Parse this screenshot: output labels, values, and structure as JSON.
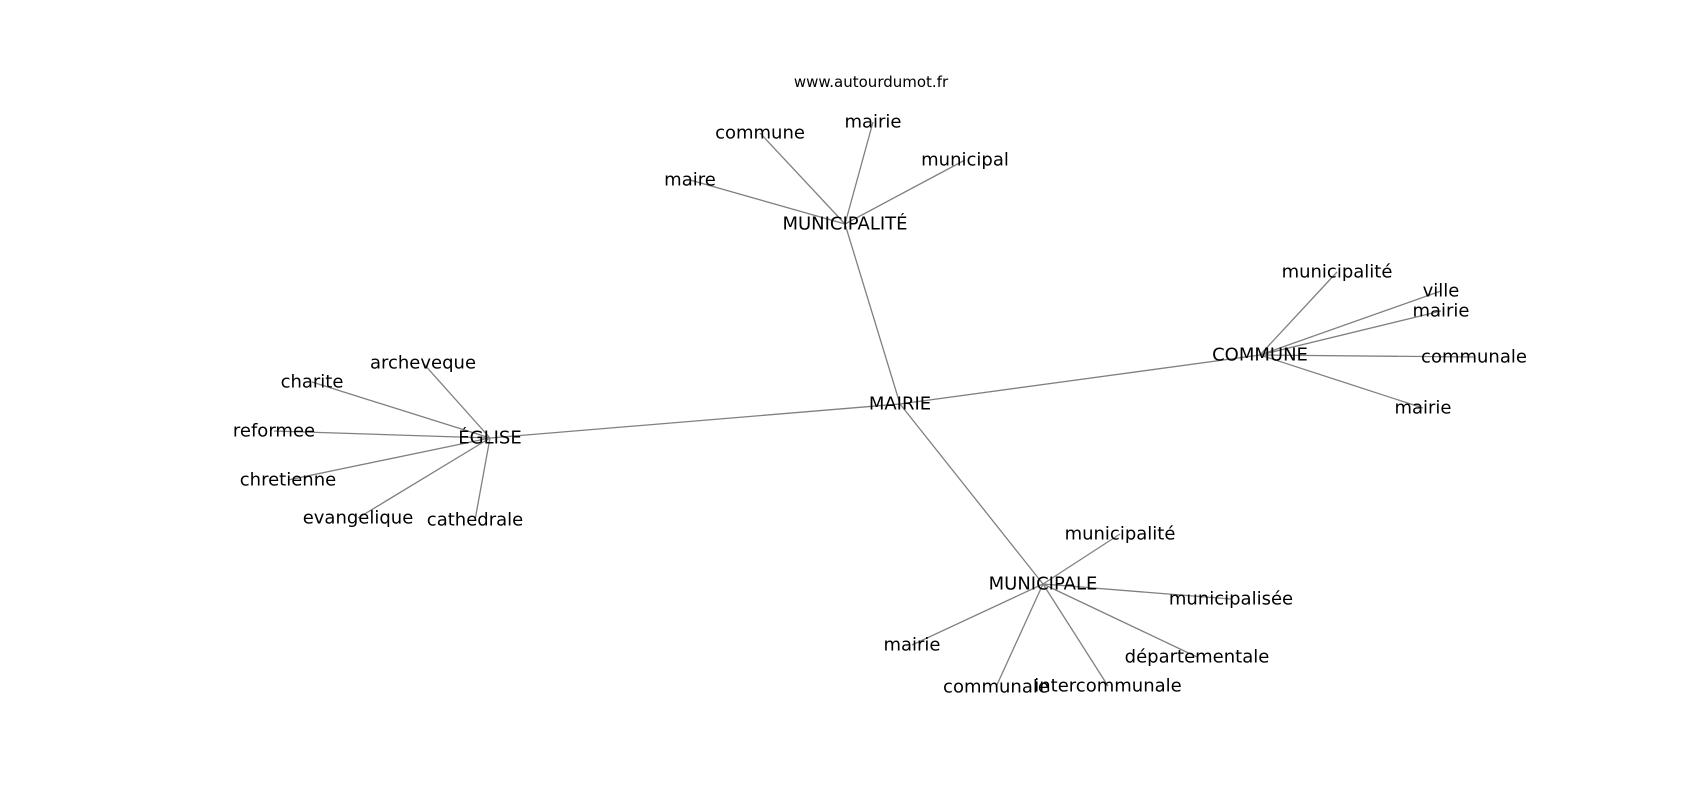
{
  "caption": "www.autourdumot.fr",
  "edge_color": "#808080",
  "nodes": [
    {
      "id": "mairie_center",
      "label": "MAIRIE"
    },
    {
      "id": "municipalite_hub",
      "label": "MUNICIPALITÉ"
    },
    {
      "id": "commune_hub",
      "label": "COMMUNE"
    },
    {
      "id": "eglise_hub",
      "label": "ÉGLISE"
    },
    {
      "id": "municipale_hub",
      "label": "MUNICIPALE"
    },
    {
      "id": "m_commune",
      "label": "commune"
    },
    {
      "id": "m_mairie",
      "label": "mairie"
    },
    {
      "id": "m_municipal",
      "label": "municipal"
    },
    {
      "id": "m_maire",
      "label": "maire"
    },
    {
      "id": "c_municipalite",
      "label": "municipalité"
    },
    {
      "id": "c_ville",
      "label": "ville"
    },
    {
      "id": "c_mairie1",
      "label": "mairie"
    },
    {
      "id": "c_communale",
      "label": "communale"
    },
    {
      "id": "c_mairie2",
      "label": "mairie"
    },
    {
      "id": "e_archeveque",
      "label": "archeveque"
    },
    {
      "id": "e_charite",
      "label": "charite"
    },
    {
      "id": "e_reformee",
      "label": "reformee"
    },
    {
      "id": "e_chretienne",
      "label": "chretienne"
    },
    {
      "id": "e_evangelique",
      "label": "evangelique"
    },
    {
      "id": "e_cathedrale",
      "label": "cathedrale"
    },
    {
      "id": "p_municipalite",
      "label": "municipalité"
    },
    {
      "id": "p_municipalisee",
      "label": "municipalisée"
    },
    {
      "id": "p_departementale",
      "label": "départementale"
    },
    {
      "id": "p_intercommunale",
      "label": "intercommunale"
    },
    {
      "id": "p_communale",
      "label": "communale"
    },
    {
      "id": "p_mairie",
      "label": "mairie"
    }
  ],
  "edges": [
    [
      "mairie_center",
      "municipalite_hub"
    ],
    [
      "mairie_center",
      "commune_hub"
    ],
    [
      "mairie_center",
      "eglise_hub"
    ],
    [
      "mairie_center",
      "municipale_hub"
    ],
    [
      "municipalite_hub",
      "m_commune"
    ],
    [
      "municipalite_hub",
      "m_mairie"
    ],
    [
      "municipalite_hub",
      "m_municipal"
    ],
    [
      "municipalite_hub",
      "m_maire"
    ],
    [
      "commune_hub",
      "c_municipalite"
    ],
    [
      "commune_hub",
      "c_ville"
    ],
    [
      "commune_hub",
      "c_mairie1"
    ],
    [
      "commune_hub",
      "c_communale"
    ],
    [
      "commune_hub",
      "c_mairie2"
    ],
    [
      "eglise_hub",
      "e_archeveque"
    ],
    [
      "eglise_hub",
      "e_charite"
    ],
    [
      "eglise_hub",
      "e_reformee"
    ],
    [
      "eglise_hub",
      "e_chretienne"
    ],
    [
      "eglise_hub",
      "e_evangelique"
    ],
    [
      "eglise_hub",
      "e_cathedrale"
    ],
    [
      "municipale_hub",
      "p_municipalite"
    ],
    [
      "municipale_hub",
      "p_municipalisee"
    ],
    [
      "municipale_hub",
      "p_departementale"
    ],
    [
      "municipale_hub",
      "p_intercommunale"
    ],
    [
      "municipale_hub",
      "p_communale"
    ],
    [
      "municipale_hub",
      "p_mairie"
    ]
  ]
}
